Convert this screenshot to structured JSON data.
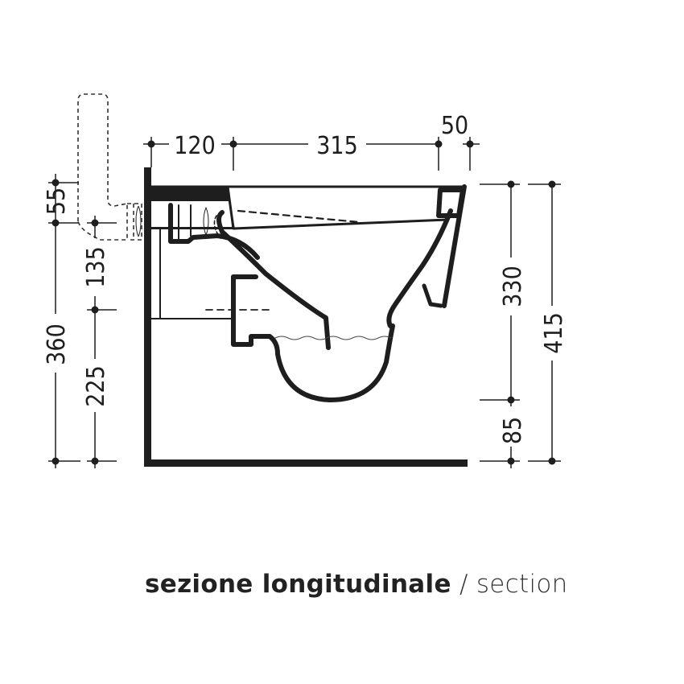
{
  "drawing": {
    "title": "sezione longitudinale / section",
    "caption_italian": "sezione longitudinale",
    "caption_separator": " / ",
    "caption_english": "section",
    "subject": "wall-hung toilet longitudinal section",
    "units": "mm",
    "line_color": "#1e1e1e",
    "background": "#ffffff"
  },
  "dimensions": {
    "horizontal": [
      {
        "id": "h120",
        "label": "120",
        "description": "wall to waste outlet"
      },
      {
        "id": "h315",
        "label": "315",
        "description": "outlet to front"
      },
      {
        "id": "h50",
        "label": "50",
        "description": "front rim depth"
      }
    ],
    "left_vertical": [
      {
        "id": "v55",
        "label": "55",
        "description": "flush pipe height"
      },
      {
        "id": "v135",
        "label": "135",
        "description": "inlet to outlet"
      },
      {
        "id": "v360",
        "label": "360",
        "description": "floor to inlet"
      },
      {
        "id": "v225",
        "label": "225",
        "description": "floor to outlet"
      }
    ],
    "right_vertical": [
      {
        "id": "v330",
        "label": "330",
        "description": "bowl bottom to rim"
      },
      {
        "id": "v85",
        "label": "85",
        "description": "floor to bowl bottom"
      },
      {
        "id": "v415",
        "label": "415",
        "description": "floor to rim total"
      }
    ]
  }
}
